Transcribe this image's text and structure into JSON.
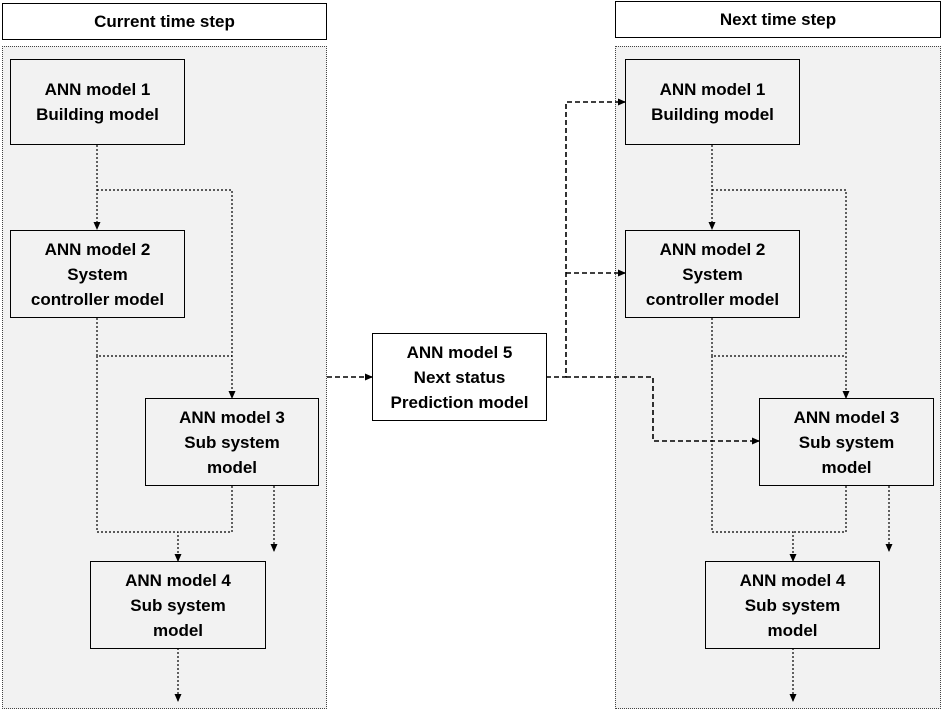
{
  "headers": {
    "current": "Current time step",
    "next": "Next time step"
  },
  "current": {
    "m1": [
      "ANN model 1",
      "Building model"
    ],
    "m2": [
      "ANN model 2",
      "System",
      "controller model"
    ],
    "m3": [
      "ANN model 3",
      "Sub system",
      "model"
    ],
    "m4": [
      "ANN model 4",
      "Sub system",
      "model"
    ]
  },
  "middle": {
    "m5": [
      "ANN model 5",
      "Next status",
      "Prediction model"
    ]
  },
  "next": {
    "m1": [
      "ANN model 1",
      "Building model"
    ],
    "m2": [
      "ANN model 2",
      "System",
      "controller model"
    ],
    "m3": [
      "ANN model 3",
      "Sub system",
      "model"
    ],
    "m4": [
      "ANN model 4",
      "Sub system",
      "model"
    ]
  }
}
